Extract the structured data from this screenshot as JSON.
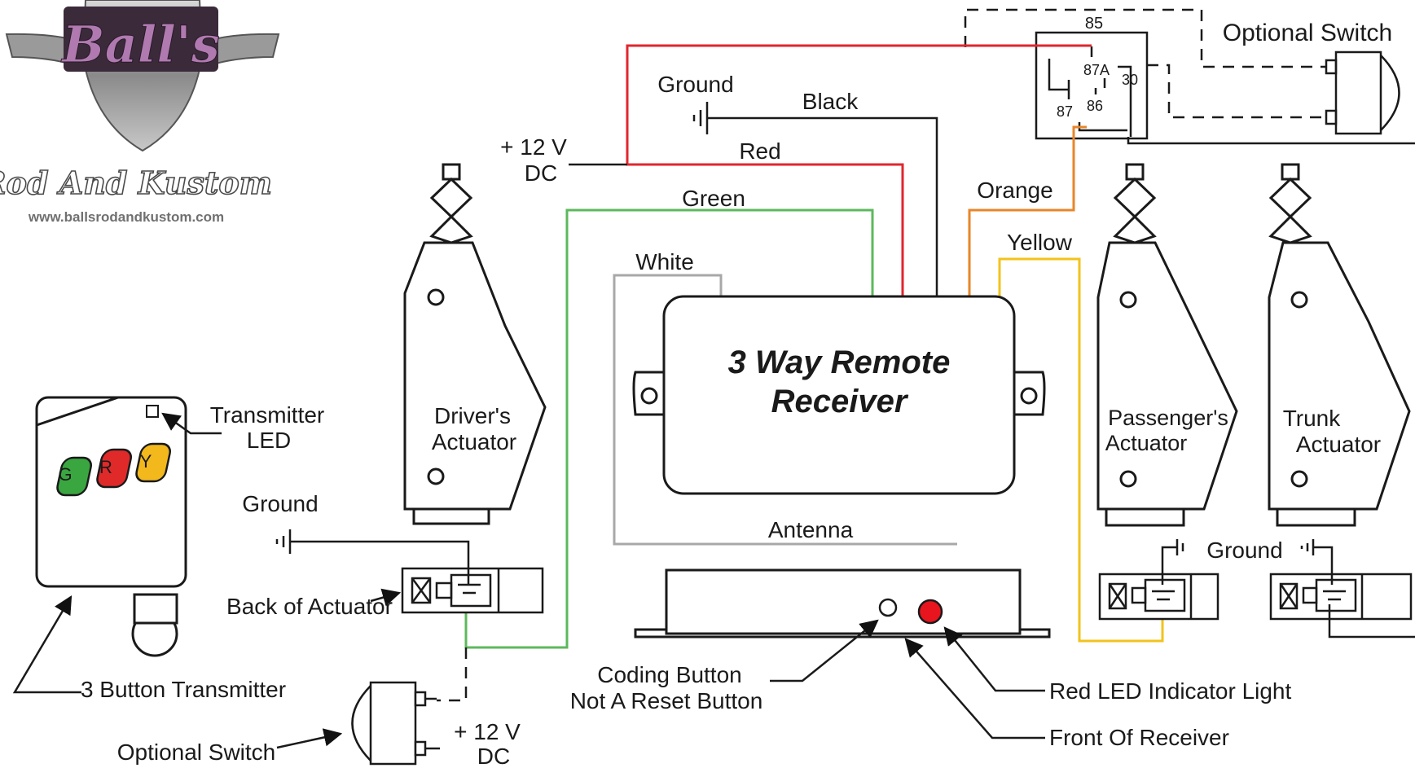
{
  "logo": {
    "brand": "Ball's",
    "tagline": "Rod And Kustom",
    "url": "www.ballsrodandkustom.com"
  },
  "receiver": {
    "title_line1": "3 Way Remote",
    "title_line2": "Receiver"
  },
  "wires": {
    "ground_top": "Ground",
    "black": "Black",
    "red": "Red",
    "plus12_line1": "+ 12 V",
    "plus12_line2": "DC",
    "green": "Green",
    "white": "White",
    "orange": "Orange",
    "yellow": "Yellow",
    "antenna": "Antenna"
  },
  "relay": {
    "pin85": "85",
    "pin87a": "87A",
    "pin30": "30",
    "pin87": "87",
    "pin86": "86",
    "optional_switch": "Optional Switch"
  },
  "actuators": {
    "driver_line1": "Driver's",
    "driver_line2": "Actuator",
    "passenger_line1": "Passenger's",
    "passenger_line2": "Actuator",
    "trunk_line1": "Trunk",
    "trunk_line2": "Actuator"
  },
  "transmitter": {
    "led_line1": "Transmitter",
    "led_line2": "LED",
    "btn_g": "G",
    "btn_r": "R",
    "btn_y": "Y",
    "caption": "3 Button Transmitter"
  },
  "driver_side": {
    "ground": "Ground",
    "back_of_actuator": "Back of Actuator",
    "optional_switch": "Optional Switch",
    "plus12_line1": "+ 12 V",
    "plus12_line2": "DC"
  },
  "right_side": {
    "ground": "Ground"
  },
  "receiver_front": {
    "coding_line1": "Coding Button",
    "coding_line2": "Not A Reset Button",
    "red_led": "Red LED Indicator Light",
    "front": "Front Of Receiver"
  },
  "colors": {
    "red_wire": "#e0262e",
    "green_wire": "#5cb85c",
    "orange_wire": "#e8862a",
    "yellow_wire": "#f2c31c",
    "white_wire": "#a8a8a8",
    "button_green": "#3aa640",
    "button_red": "#e02a2a",
    "button_yellow": "#f2b81c",
    "led_red": "#e8141e"
  }
}
